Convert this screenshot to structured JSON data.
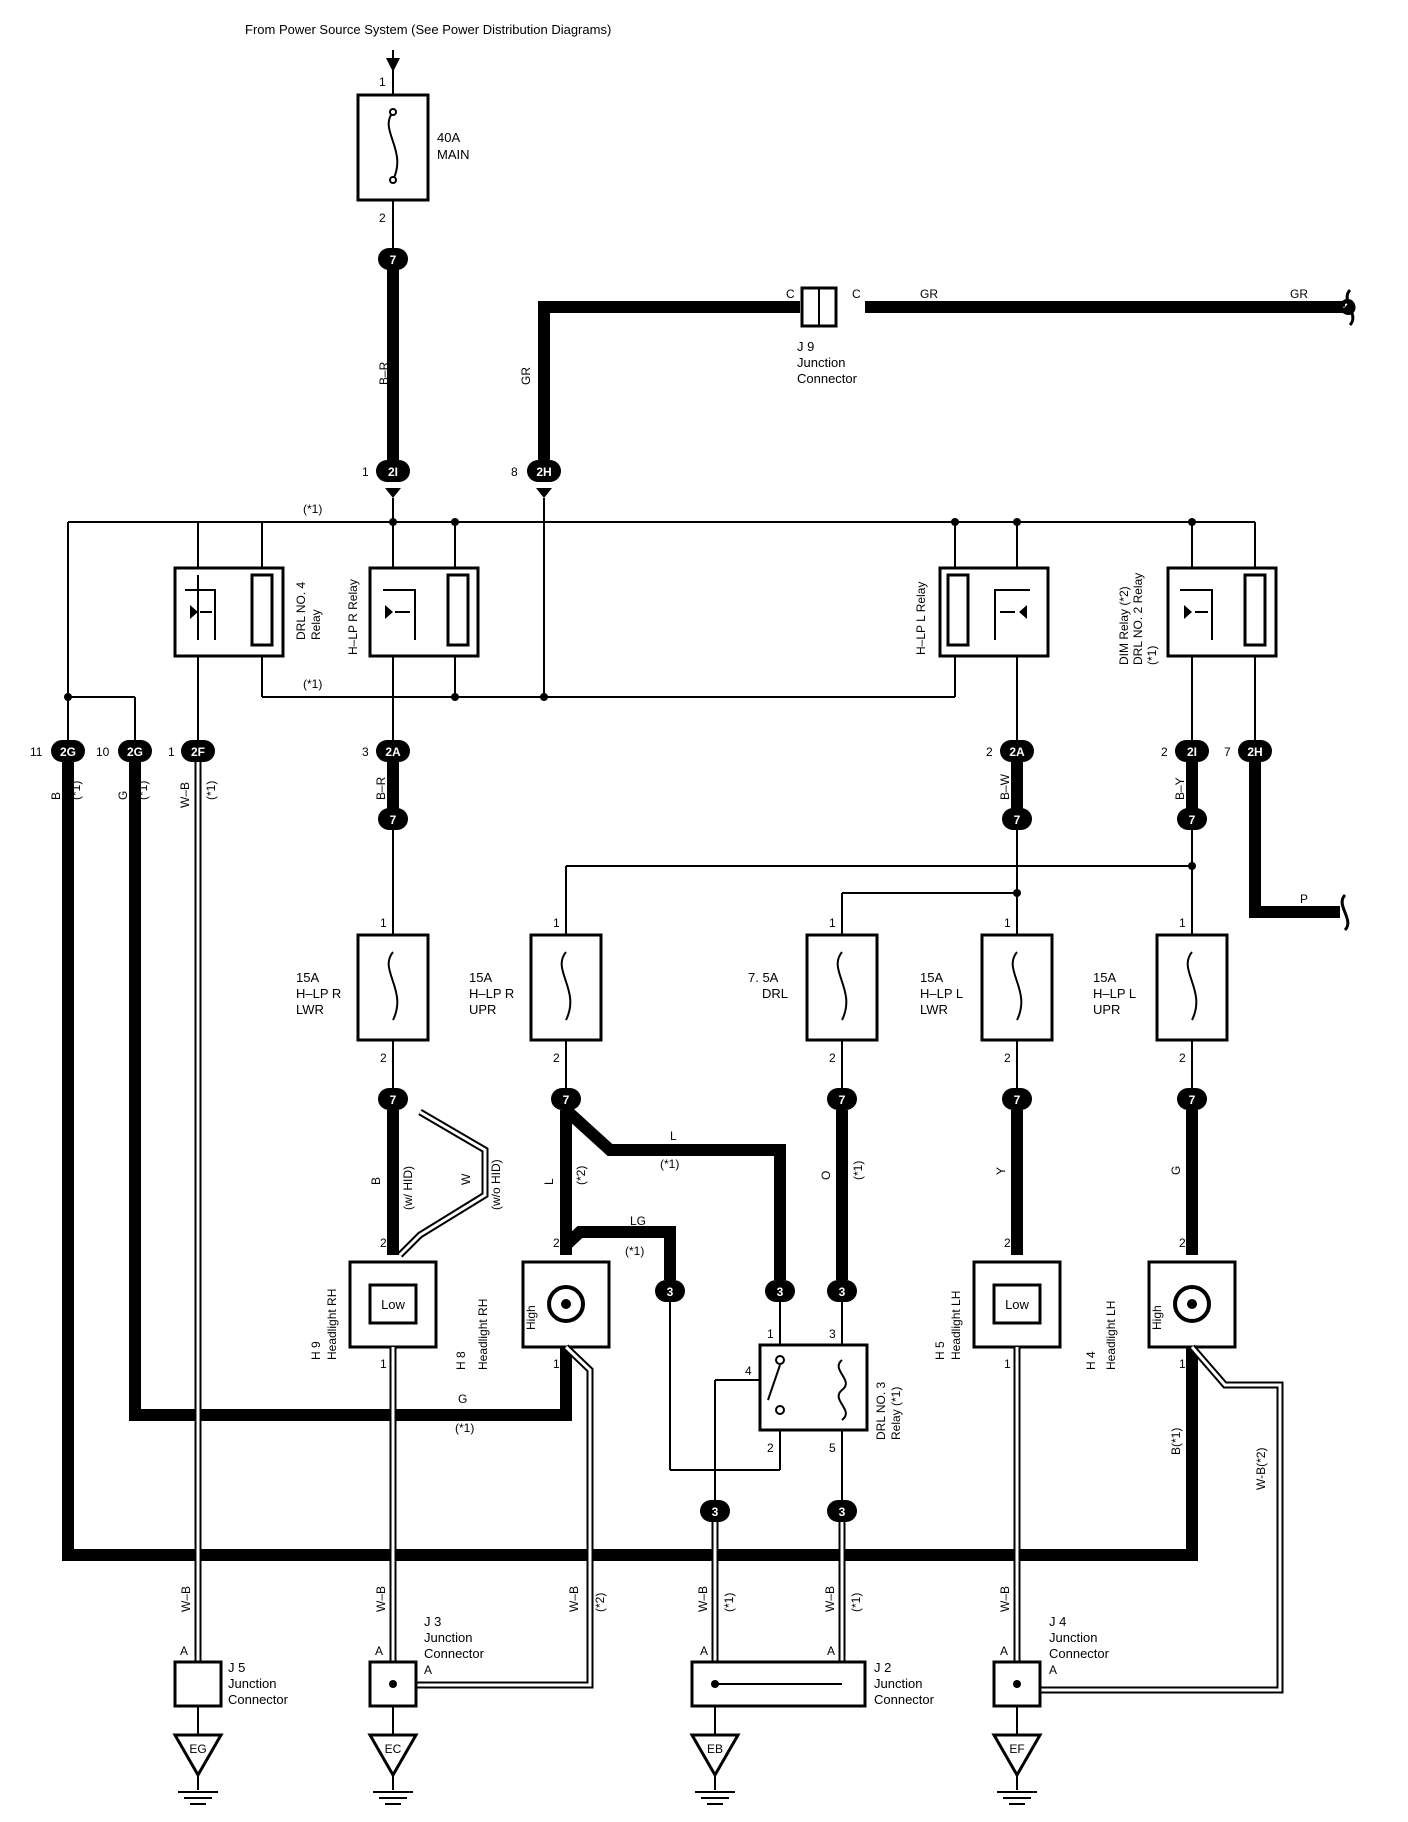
{
  "header": {
    "source": "From Power Source System (See Power Distribution Diagrams)"
  },
  "main_fuse": {
    "rating": "40A",
    "name": "MAIN",
    "pin_in": "1",
    "pin_out": "2"
  },
  "junction_j9": {
    "id": "J 9",
    "name_line1": "Junction",
    "name_line2": "Connector",
    "pin": "C"
  },
  "wire_colors": {
    "b_r": "B–R",
    "gr": "GR",
    "b": "B",
    "g": "G",
    "w_b": "W–B",
    "b_w": "B–W",
    "b_y": "B–Y",
    "p": "P",
    "l": "L",
    "lg": "LG",
    "o": "O",
    "y": "Y",
    "w": "W",
    "b_star1": "B(*1)",
    "w_b_star2": "W-B(*2)"
  },
  "notes": {
    "star1": "(*1)",
    "star2": "(*2)",
    "w_hid": "(w/ HID)",
    "wo_hid": "(w/o HID)"
  },
  "connectors": {
    "c7": "7",
    "c3": "3",
    "c2I": "2I",
    "c2H": "2H",
    "c2A": "2A",
    "c2G": "2G",
    "c2F": "2F"
  },
  "pins": {
    "p1": "1",
    "p2": "2",
    "p3": "3",
    "p4": "4",
    "p5": "5",
    "p7": "7",
    "p8": "8",
    "p10": "10",
    "p11": "11",
    "pA": "A"
  },
  "relays": {
    "drl4": {
      "line1": "DRL NO. 4",
      "line2": "Relay"
    },
    "hlpr": {
      "line1": "H–LP R Relay"
    },
    "hlpl": {
      "line1": "H–LP L Relay"
    },
    "dim": {
      "line1": "DIM Relay (*2)",
      "line2": "DRL NO. 2 Relay",
      "line3": "(*1)"
    },
    "drl3": {
      "line1": "DRL NO. 3",
      "line2": "Relay (*1)"
    }
  },
  "fuses": [
    {
      "rating": "15A",
      "name1": "H–LP R",
      "name2": "LWR"
    },
    {
      "rating": "15A",
      "name1": "H–LP R",
      "name2": "UPR"
    },
    {
      "rating": "7. 5A",
      "name1": "DRL",
      "name2": ""
    },
    {
      "rating": "15A",
      "name1": "H–LP L",
      "name2": "LWR"
    },
    {
      "rating": "15A",
      "name1": "H–LP L",
      "name2": "UPR"
    }
  ],
  "headlights": [
    {
      "id": "H 9",
      "name": "Headlight RH",
      "beam": "Low"
    },
    {
      "id": "H 8",
      "name": "Headlight RH",
      "beam": "High"
    },
    {
      "id": "H 5",
      "name": "Headlight LH",
      "beam": "Low"
    },
    {
      "id": "H 4",
      "name": "Headlight LH",
      "beam": "High"
    }
  ],
  "junctions": [
    {
      "id": "J 5",
      "line1": "Junction",
      "line2": "Connector"
    },
    {
      "id": "J 3",
      "line1": "Junction",
      "line2": "Connector"
    },
    {
      "id": "J 2",
      "line1": "Junction",
      "line2": "Connector"
    },
    {
      "id": "J 4",
      "line1": "Junction",
      "line2": "Connector"
    }
  ],
  "grounds": [
    "EG",
    "EC",
    "EB",
    "EF"
  ]
}
